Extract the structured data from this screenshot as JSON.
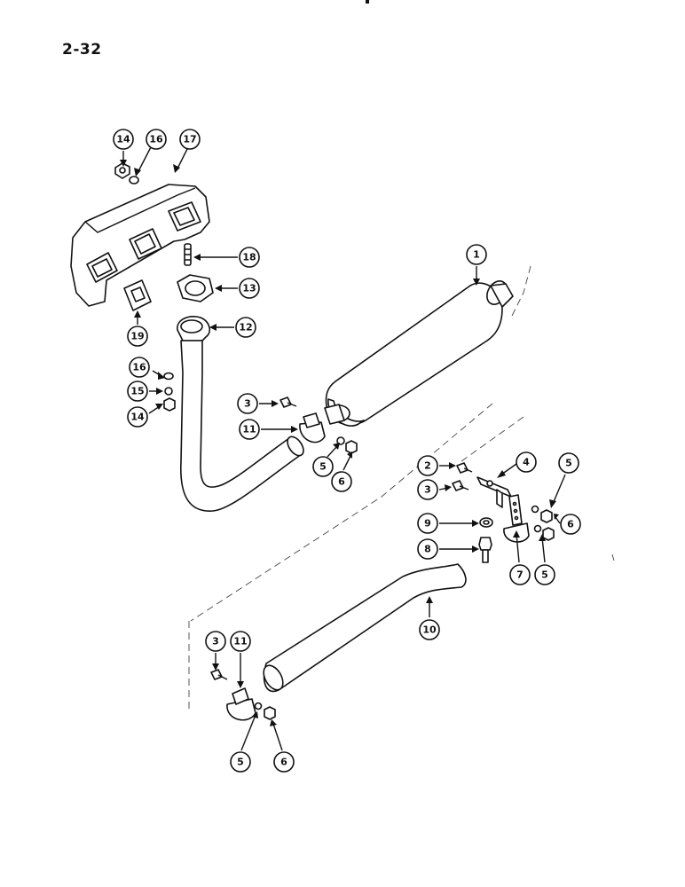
{
  "page": {
    "number": "2-32"
  },
  "callouts": [
    {
      "id": "c14a",
      "label": "14"
    },
    {
      "id": "c16a",
      "label": "16"
    },
    {
      "id": "c17",
      "label": "17"
    },
    {
      "id": "c18",
      "label": "18"
    },
    {
      "id": "c13",
      "label": "13"
    },
    {
      "id": "c19",
      "label": "19"
    },
    {
      "id": "c12",
      "label": "12"
    },
    {
      "id": "c1",
      "label": "1"
    },
    {
      "id": "c16b",
      "label": "16"
    },
    {
      "id": "c15",
      "label": "15"
    },
    {
      "id": "c14b",
      "label": "14"
    },
    {
      "id": "c3a",
      "label": "3"
    },
    {
      "id": "c11a",
      "label": "11"
    },
    {
      "id": "c5a",
      "label": "5"
    },
    {
      "id": "c6a",
      "label": "6"
    },
    {
      "id": "c2",
      "label": "2"
    },
    {
      "id": "c4",
      "label": "4"
    },
    {
      "id": "c5b",
      "label": "5"
    },
    {
      "id": "c3b",
      "label": "3"
    },
    {
      "id": "c9",
      "label": "9"
    },
    {
      "id": "c6b",
      "label": "6"
    },
    {
      "id": "c8",
      "label": "8"
    },
    {
      "id": "c7",
      "label": "7"
    },
    {
      "id": "c5c",
      "label": "5"
    },
    {
      "id": "c10",
      "label": "10"
    },
    {
      "id": "c3c",
      "label": "3"
    },
    {
      "id": "c11b",
      "label": "11"
    },
    {
      "id": "c5d",
      "label": "5"
    },
    {
      "id": "c6c",
      "label": "6"
    }
  ]
}
